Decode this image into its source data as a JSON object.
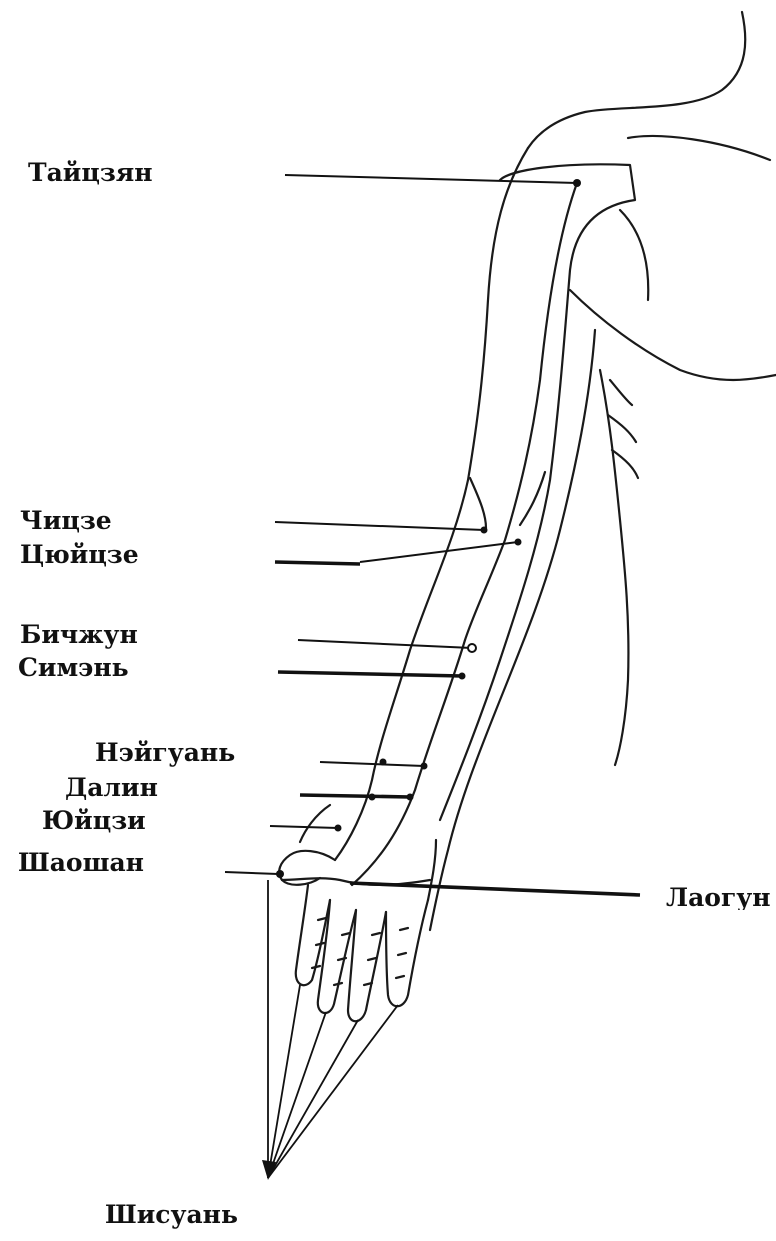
{
  "diagram": {
    "labels": {
      "taitszyan": "Тайцзян",
      "chitsze": "Чицзе",
      "tsyuitsze": "Цюйцзе",
      "bichzhun": "Бичжун",
      "simen": "Симэнь",
      "neiguan": "Нэйгуань",
      "dalin": "Далин",
      "yuitszi": "Юйцзи",
      "shaoshan": "Шаошан",
      "laogun": "Лаогун",
      "shisuan": "Шисуань"
    },
    "colors": {
      "ink": "#111111",
      "background": "#ffffff"
    }
  }
}
